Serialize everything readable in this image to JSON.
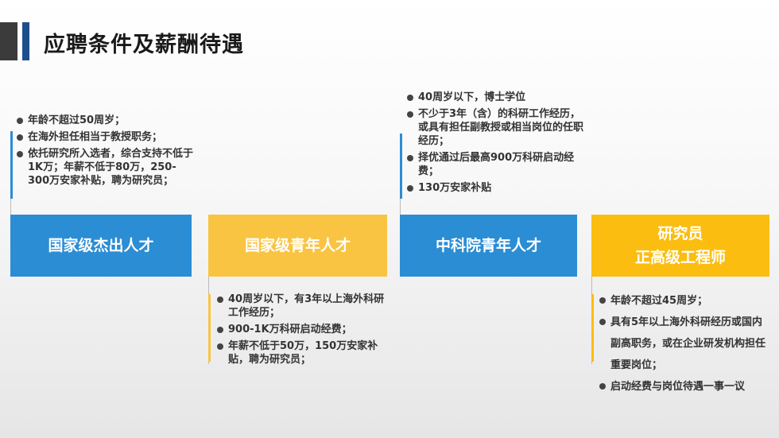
{
  "title": "应聘条件及薪酬待遇",
  "colors": {
    "blue": "#2b8dd4",
    "light_orange": "#f9c442",
    "yellow": "#fbbd10"
  },
  "categories": [
    {
      "label": "国家级杰出人才",
      "items": [
        "年龄不超过50周岁；",
        "在海外担任相当于教授职务；",
        "依托研究所入选者，综合支持不低于1K万；年薪不低于80万，250-300万安家补贴，聘为研究员；"
      ]
    },
    {
      "label": "国家级青年人才",
      "items": [
        "40周岁以下，有3年以上海外科研工作经历；",
        "900-1K万科研启动经费；",
        "年薪不低于50万，150万安家补贴，聘为研究员；"
      ]
    },
    {
      "label": "中科院青年人才",
      "items": [
        "40周岁以下，博士学位",
        "不少于3年（含）的科研工作经历，或具有担任副教授或相当岗位的任职经历；",
        "择优通过后最高900万科研启动经费；",
        "130万安家补贴"
      ]
    },
    {
      "label_line1": "研究员",
      "label_line2": "正高级工程师",
      "items": [
        "年龄不超过45周岁；",
        "具有5年以上海外科研经历或国内副高职务，或在企业研发机构担任重要岗位；",
        "启动经费与岗位待遇一事一议"
      ]
    }
  ]
}
